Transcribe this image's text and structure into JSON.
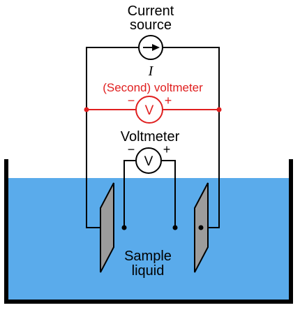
{
  "labels": {
    "current_source_line1": "Current",
    "current_source_line2": "source",
    "current_symbol": "I",
    "second_voltmeter": "(Second) voltmeter",
    "voltmeter": "Voltmeter",
    "meter_letter": "V",
    "minus": "−",
    "plus": "+",
    "sample_line1": "Sample",
    "sample_line2": "liquid"
  },
  "colors": {
    "liquid": "#5aabeb",
    "wire": "#000000",
    "second_voltmeter": "#e01f1f",
    "electrode": "#9c9c9c",
    "container": "#000000"
  }
}
